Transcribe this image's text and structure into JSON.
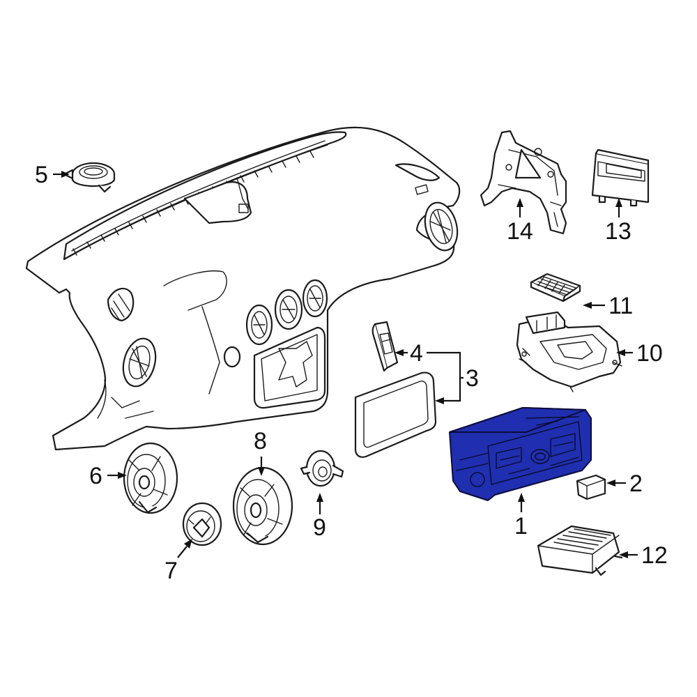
{
  "diagram": {
    "highlight_color": "#1f2fb0",
    "callouts": [
      {
        "id": "1",
        "label": "1"
      },
      {
        "id": "2",
        "label": "2"
      },
      {
        "id": "3",
        "label": "3"
      },
      {
        "id": "4",
        "label": "4"
      },
      {
        "id": "5",
        "label": "5"
      },
      {
        "id": "6",
        "label": "6"
      },
      {
        "id": "7",
        "label": "7"
      },
      {
        "id": "8",
        "label": "8"
      },
      {
        "id": "9",
        "label": "9"
      },
      {
        "id": "10",
        "label": "10"
      },
      {
        "id": "11",
        "label": "11"
      },
      {
        "id": "12",
        "label": "12"
      },
      {
        "id": "13",
        "label": "13"
      },
      {
        "id": "14",
        "label": "14"
      }
    ]
  }
}
